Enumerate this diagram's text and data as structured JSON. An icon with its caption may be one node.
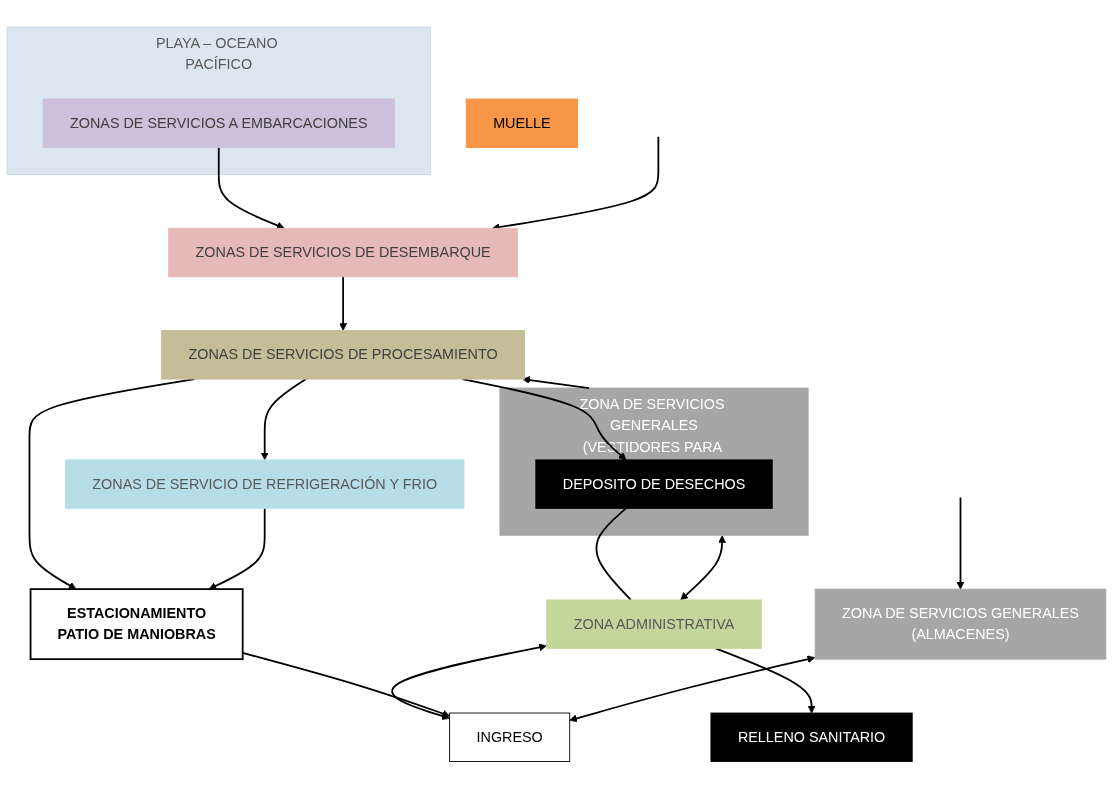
{
  "diagram": {
    "nodes": [
      {
        "text": [
          "PLAYA – OCEANO PACÍFICO"
        ]
      },
      {
        "text": [
          "ZONAS DE SERVICIOS A EMBARCACIONES"
        ],
        "in": 0
      },
      {
        "text": [
          "MUELLE"
        ]
      },
      {
        "text": [
          "ZONAS DE SERVICIOS DE DESEMBARQUE"
        ]
      },
      {
        "text": [
          "ZONA DE SERVICIOS GENERALES",
          "(VESTIDORES PARA PERSONAL)"
        ]
      },
      {
        "text": [
          "DEPOSITO DE DESECHOS"
        ],
        "in": 4
      },
      {
        "text": [
          "ZONAS DE SERVICIOS DE PROCESAMIENTO"
        ]
      },
      {
        "text": [
          "ZONAS DE SERVICIO DE REFRIGERACIÓN Y FRIO"
        ]
      },
      {
        "text": [
          "ZONA ADMINISTRATIVA"
        ]
      },
      {
        "text": [
          "ESTACIONAMIENTO",
          "PATIO DE MANIOBRAS"
        ]
      },
      {
        "text": [
          "ZONA DE SERVICIOS GENERALES",
          "(ALMACENES)"
        ]
      },
      {
        "text": [
          "RELLENO SANITARIO"
        ]
      },
      {
        "text": [
          "INGRESO"
        ]
      }
    ],
    "edges": [
      {
        "from": 1,
        "to": 3,
        "arrow": "to"
      },
      {
        "from": null,
        "to": 3,
        "arrow": "to"
      },
      {
        "from": 3,
        "to": 6,
        "arrow": "to"
      },
      {
        "from": 4,
        "to": 6,
        "arrow": "to"
      },
      {
        "from": 6,
        "to": 5,
        "arrow": "to"
      },
      {
        "from": 6,
        "to": 7,
        "arrow": "to"
      },
      {
        "from": 4,
        "to": 8,
        "arrow": "both"
      },
      {
        "from": 5,
        "to": 8,
        "arrow": "none"
      },
      {
        "from": 6,
        "to": 9,
        "arrow": "to"
      },
      {
        "from": 7,
        "to": 9,
        "arrow": "to"
      },
      {
        "from": 8,
        "to": 12,
        "arrow": "both"
      },
      {
        "from": 9,
        "to": 12,
        "arrow": "to"
      },
      {
        "from": 10,
        "to": 12,
        "arrow": "both"
      },
      {
        "from": null,
        "to": 10,
        "arrow": "to"
      },
      {
        "from": 8,
        "to": 11,
        "arrow": "to"
      }
    ]
  }
}
